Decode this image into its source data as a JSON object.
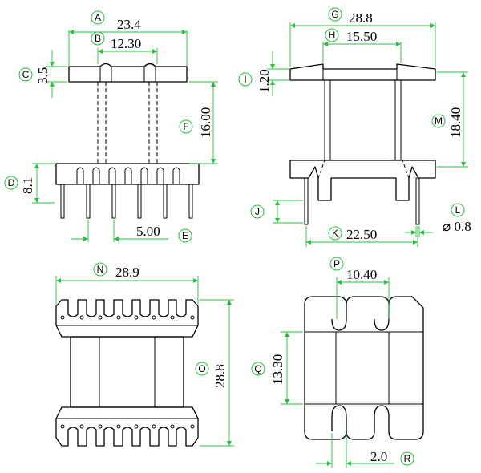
{
  "labels": {
    "A": "A",
    "B": "B",
    "C": "C",
    "D": "D",
    "E": "E",
    "F": "F",
    "G": "G",
    "H": "H",
    "I": "I",
    "J": "J",
    "K": "K",
    "L": "L",
    "M": "M",
    "N": "N",
    "O": "O",
    "P": "P",
    "Q": "Q",
    "R": "R"
  },
  "dimensions": {
    "A": "23.4",
    "B": "12.30",
    "C": "3.5",
    "D": "8.1",
    "E": "5.00",
    "F": "16.00",
    "G": "28.8",
    "H": "15.50",
    "I": "1.20",
    "K": "22.50",
    "L": "⌀ 0.8",
    "M": "18.40",
    "N": "28.9",
    "O": "28.8",
    "P": "10.40",
    "Q": "13.30",
    "R": "2.0"
  },
  "colors": {
    "dimension_line": "#22c43a",
    "part_line": "#000000"
  }
}
